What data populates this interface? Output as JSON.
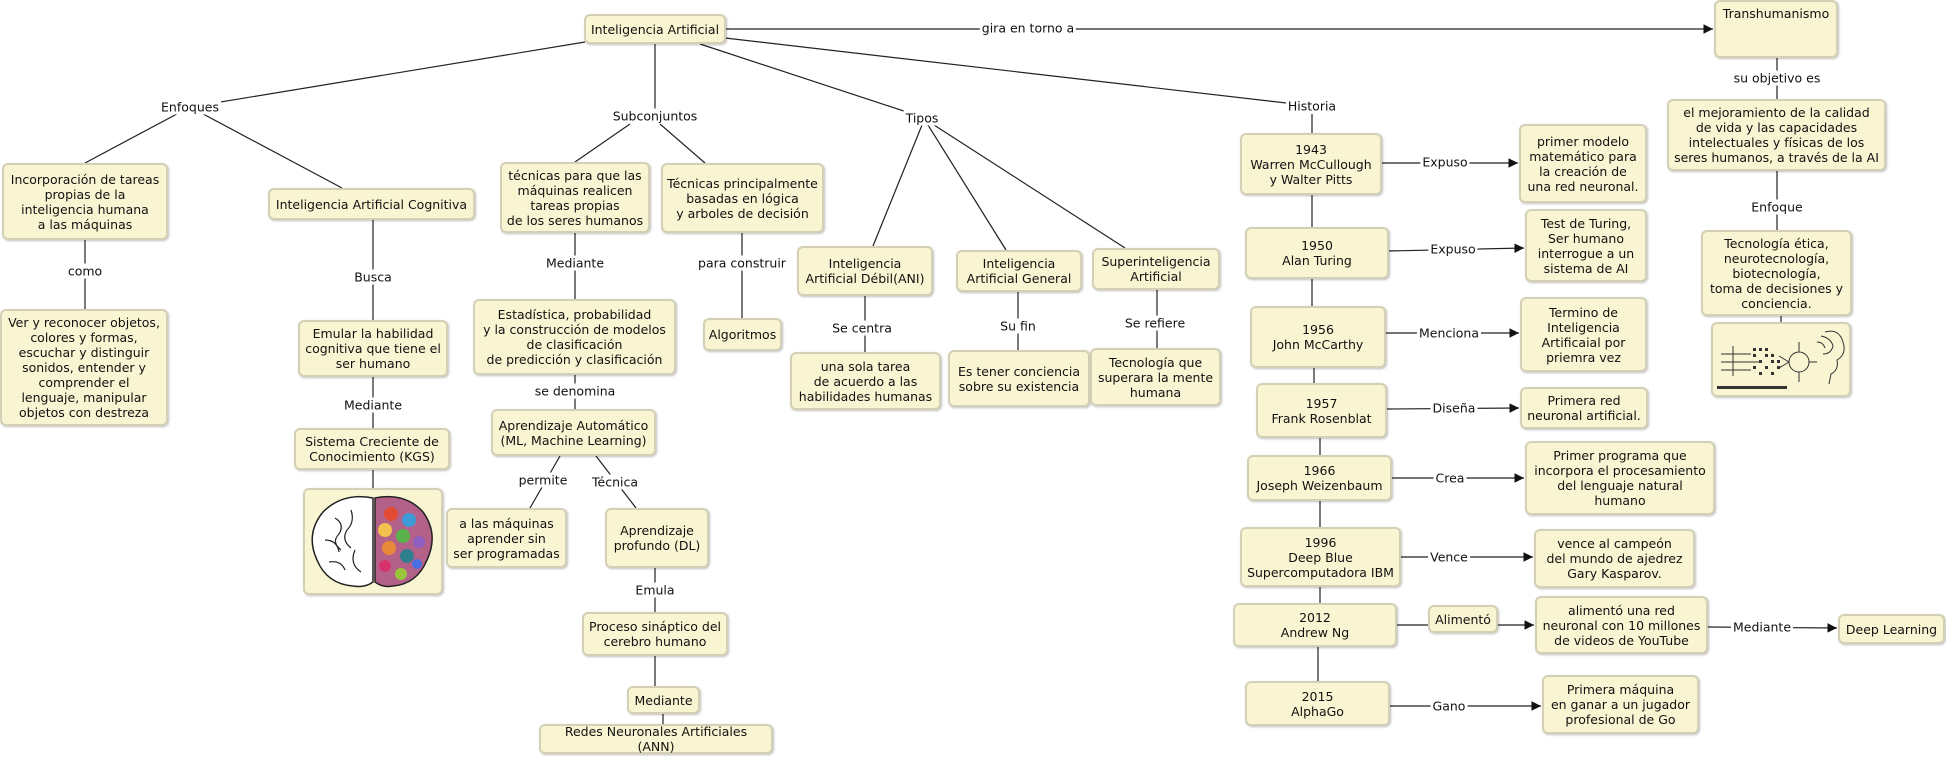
{
  "nodes": {
    "ia": "Inteligencia Artificial",
    "trans": "Transhumanismo",
    "trans_goal": "el mejoramiento de la calidad\nde vida y las capacidades\nintelectuales y físicas de los\nseres humanos, a través de la AI",
    "trans_tech": "Tecnología ética,\nneurotecnología,\nbiotecnología,\ntoma de decisiones y\nconciencia.",
    "incorp": "Incorporación de tareas\npropias de la\ninteligencia humana\na las máquinas",
    "ver": "Ver y reconocer objetos,\ncolores y formas,\nescuchar y distinguir\nsonidos, entender y\ncomprender el\nlenguaje, manipular\nobjetos con destreza",
    "iac": "Inteligencia Artificial Cognitiva",
    "emular": "Emular la habilidad\ncognitiva que tiene el\nser humano",
    "kgs": "Sistema Creciente de\nConocimiento (KGS)",
    "tecnicas": "técnicas para que las\nmáquinas realicen\ntareas propias\nde los seres humanos",
    "logica": "Técnicas principalmente\nbasadas en lógica\ny arboles de decisión",
    "algoritmos": "Algoritmos",
    "estadistica": "Estadística, probabilidad\ny la construcción de modelos\nde clasificación\nde predicción y clasificación",
    "ml": "Aprendizaje  Automático\n(ML, Machine Learning)",
    "maquinas": "a las máquinas\naprender sin\nser programadas",
    "dl": "Aprendizaje\nprofundo (DL)",
    "sinaptico": "Proceso sináptico del\ncerebro humano",
    "mediante_node": "Mediante",
    "ann": "Redes Neuronales Artificiales (ANN)",
    "ani": "Inteligencia\nArtificial Débil(ANI)",
    "tarea": "una sola tarea\nde acuerdo a las\nhabilidades humanas",
    "iag": "Inteligencia\nArtificial General",
    "conciencia": "Es tener conciencia\nsobre su existencia",
    "super": "Superinteligencia\nArtificial",
    "supera": "Tecnología que\nsuperara la mente\nhumana",
    "y1943": "1943\nWarren McCullough\ny Walter Pitts",
    "r1943": "primer modelo\nmatemático para\nla creación de\nuna red neuronal.",
    "y1950": "1950\nAlan Turing",
    "r1950": "Test de Turing,\nSer humano\ninterrogue a un\nsistema de AI",
    "y1956": "1956\nJohn McCarthy",
    "r1956": "Termino de\nInteligencia\nArtificaial por\npriemra vez",
    "y1957": "1957\nFrank Rosenblat",
    "r1957": "Primera red\nneuronal artificial.",
    "y1966": "1966\nJoseph Weizenbaum",
    "r1966": "Primer programa que\nincorpora el procesamiento\ndel lenguaje natural\nhumano",
    "y1996": "1996\nDeep Blue\nSupercomputadora IBM",
    "r1996": "vence al campeón\ndel mundo de ajedrez\nGary Kasparov.",
    "y2012": "2012\nAndrew Ng",
    "alimento": "Alimentó",
    "r2012": "alimentó una red\nneuronal con 10 millones\nde videos de YouTube",
    "deep": "Deep Learning",
    "y2015": "2015\nAlphaGo",
    "r2015": "Primera máquina\nen ganar a un jugador\nprofesional de Go"
  },
  "links": {
    "gira": "gira en torno a",
    "objetivo": "su objetivo es",
    "enfoque": "Enfoque",
    "enfoques": "Enfoques",
    "como": "como",
    "busca": "Busca",
    "mediante1": "Mediante",
    "subconjuntos": "Subconjuntos",
    "mediante2": "Mediante",
    "construir": "para construir",
    "denomina": "se denomina",
    "permite": "permite",
    "tecnica": "Técnica",
    "emula": "Emula",
    "tipos": "Tipos",
    "centra": "Se centra",
    "sufin": "Su fin",
    "refiere": "Se refiere",
    "historia": "Historia",
    "expuso1": "Expuso",
    "expuso2": "Expuso",
    "menciona": "Menciona",
    "diseña": "Diseña",
    "crea": "Crea",
    "vence": "Vence",
    "mediante3": "Mediante",
    "gano": "Gano"
  },
  "colors": {
    "node_fill": "#f9f5d2",
    "node_border": "#d3d0b5",
    "line": "#222222"
  }
}
